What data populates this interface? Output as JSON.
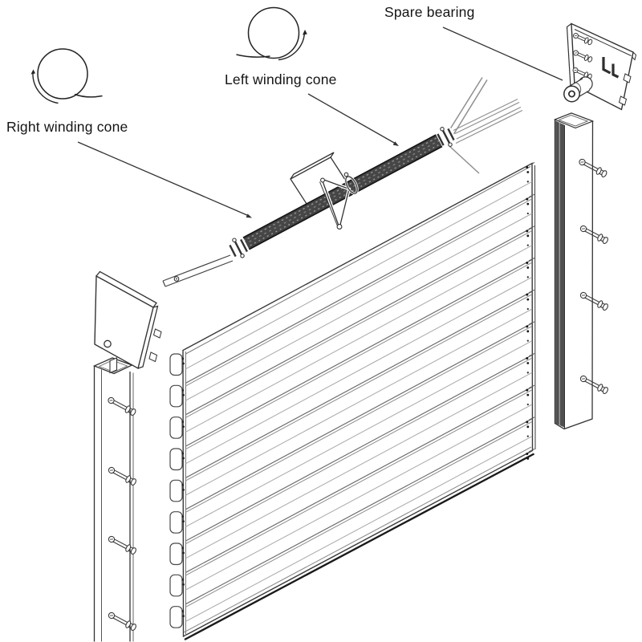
{
  "diagram": {
    "labels": {
      "right_winding_cone": "Right winding cone",
      "left_winding_cone": "Left winding cone",
      "spare_bearing": "Spare bearing"
    },
    "icons": [
      "right-winding-cone-icon",
      "left-winding-cone-icon"
    ],
    "colors": {
      "background": "#ffffff",
      "outline": "#2b2b2b",
      "spring_dark": "#3a3a3a",
      "label_text": "#141414"
    }
  }
}
